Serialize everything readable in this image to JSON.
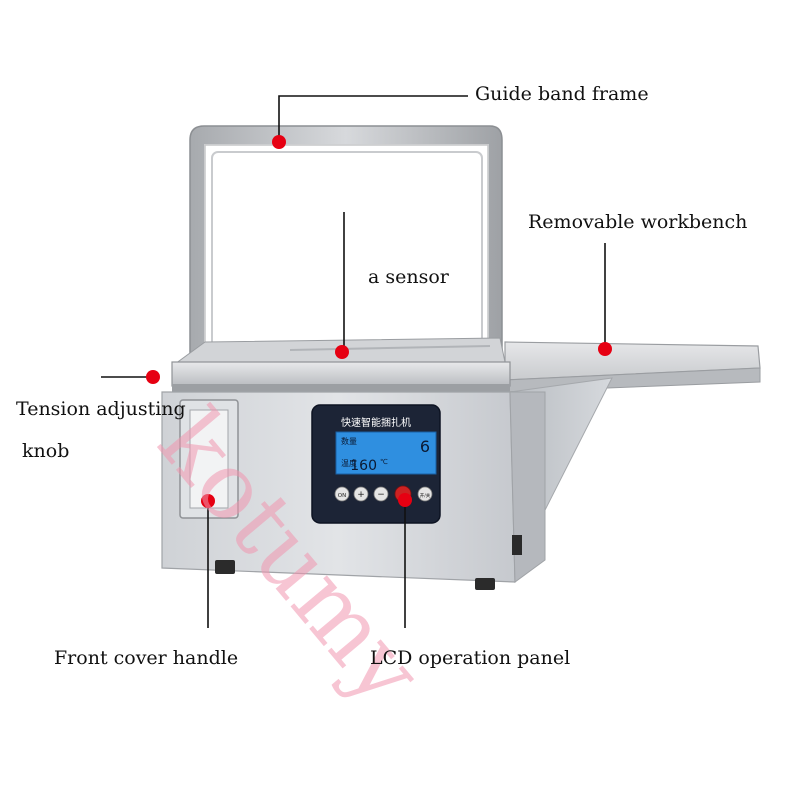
{
  "labels": {
    "guide_band_frame": "Guide band frame",
    "removable_workbench": "Removable workbench",
    "sensor": "a sensor",
    "tension_line1": "Tension adjusting",
    "tension_line2": "knob",
    "front_cover_handle": "Front cover handle",
    "lcd_panel": "LCD operation panel"
  },
  "panel": {
    "title": "快速智能捆扎机",
    "count_label": "数量",
    "count_value": "6",
    "temp_label": "温度",
    "temp_value": "160",
    "temp_unit": "℃",
    "buttons": [
      "ON",
      "+",
      "−",
      "",
      "开/关"
    ]
  },
  "watermark": "kotumy",
  "colors": {
    "marker": "#e60012",
    "leader": "#111111",
    "watermark": "#f096af",
    "lcd": "#2f8fe0"
  }
}
